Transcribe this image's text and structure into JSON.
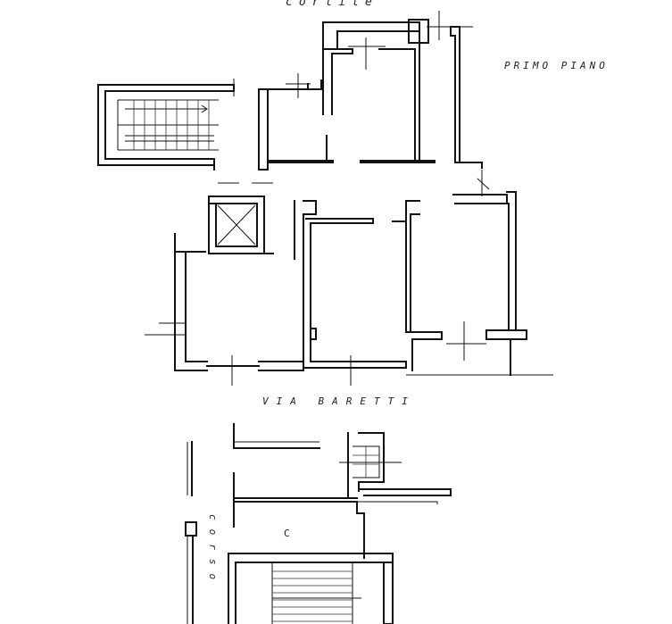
{
  "labels": {
    "courtyard": "cortile",
    "floor": "PRIMO PIANO",
    "street": "VIA BARETTI",
    "room_c": "C",
    "side_street": "corso"
  }
}
